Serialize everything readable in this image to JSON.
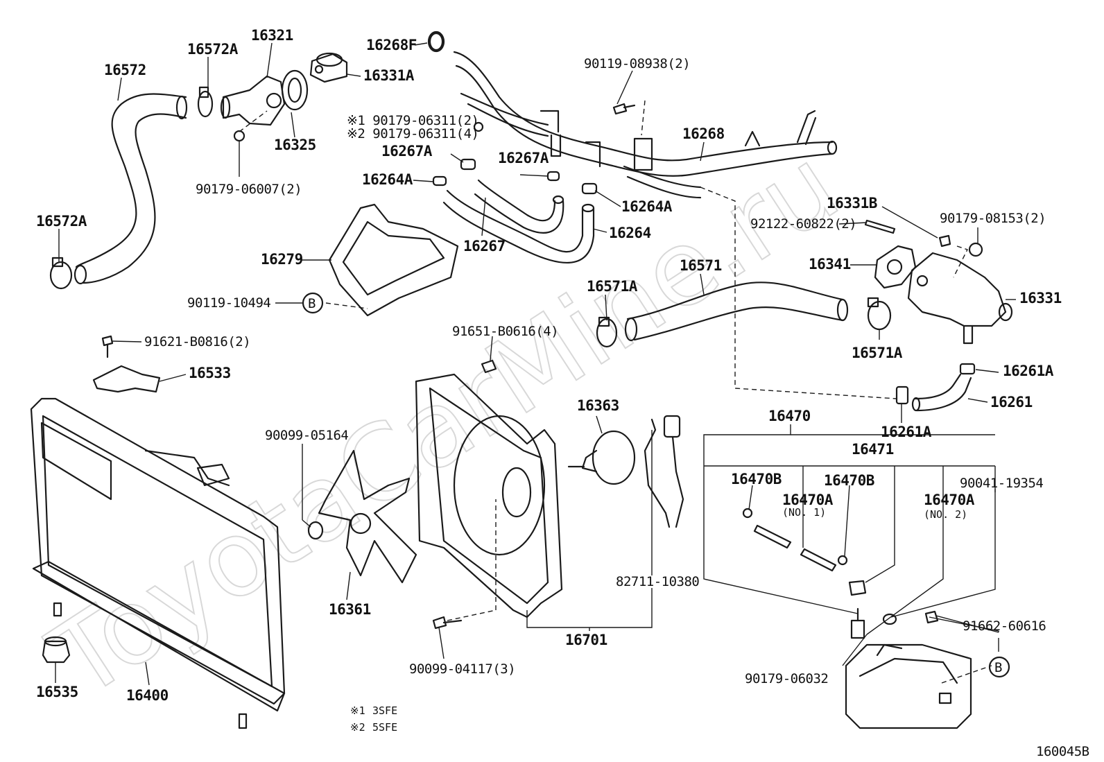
{
  "watermark": "ToyotaCarMine.ru",
  "figure_id": "160045B",
  "callout_b": "B",
  "notes": [
    {
      "mark": "※1",
      "text": "3SFE"
    },
    {
      "mark": "※2",
      "text": "5SFE"
    }
  ],
  "parts": {
    "p16572": "16572",
    "p16572A_top": "16572A",
    "p16572A_left": "16572A",
    "p16321": "16321",
    "p16331A": "16331A",
    "p16325": "16325",
    "p90179_06007": "90179-06007(2)",
    "p16268F": "16268F",
    "p90179_06311_1": "※1 90179-06311(2)",
    "p90179_06311_2": "※2 90179-06311(4)",
    "p16267A_left": "16267A",
    "p16267A_right": "16267A",
    "p16264A_left": "16264A",
    "p16264A_right": "16264A",
    "p16267": "16267",
    "p16264": "16264",
    "p16279": "16279",
    "p90119_10494": "90119-10494",
    "p90119_08938": "90119-08938(2)",
    "p16268": "16268",
    "p16331B": "16331B",
    "p92122_60822": "92122-60822(2)",
    "p90179_08153": "90179-08153(2)",
    "p16341": "16341",
    "p16571": "16571",
    "p16571A_left": "16571A",
    "p16571A_right": "16571A",
    "p16331": "16331",
    "p16261A_right": "16261A",
    "p16261A_bottom": "16261A",
    "p16261": "16261",
    "p91621_B0816": "91621-B0816(2)",
    "p16533": "16533",
    "p91651_B0616": "91651-B0616(4)",
    "p16363": "16363",
    "p90099_05164": "90099-05164",
    "p16361": "16361",
    "p82711_10380": "82711-10380",
    "p16701": "16701",
    "p90099_04117": "90099-04117(3)",
    "p16535": "16535",
    "p16400": "16400",
    "p16470": "16470",
    "p16471": "16471",
    "p16470B_left": "16470B",
    "p16470B_right": "16470B",
    "p16470A_no1": "16470A",
    "p16470A_no1_sub": "(NO. 1)",
    "p16470A_no2": "16470A",
    "p16470A_no2_sub": "(NO. 2)",
    "p90041_19354": "90041-19354",
    "p90179_06032": "90179-06032",
    "p91662_60616": "91662-60616"
  }
}
